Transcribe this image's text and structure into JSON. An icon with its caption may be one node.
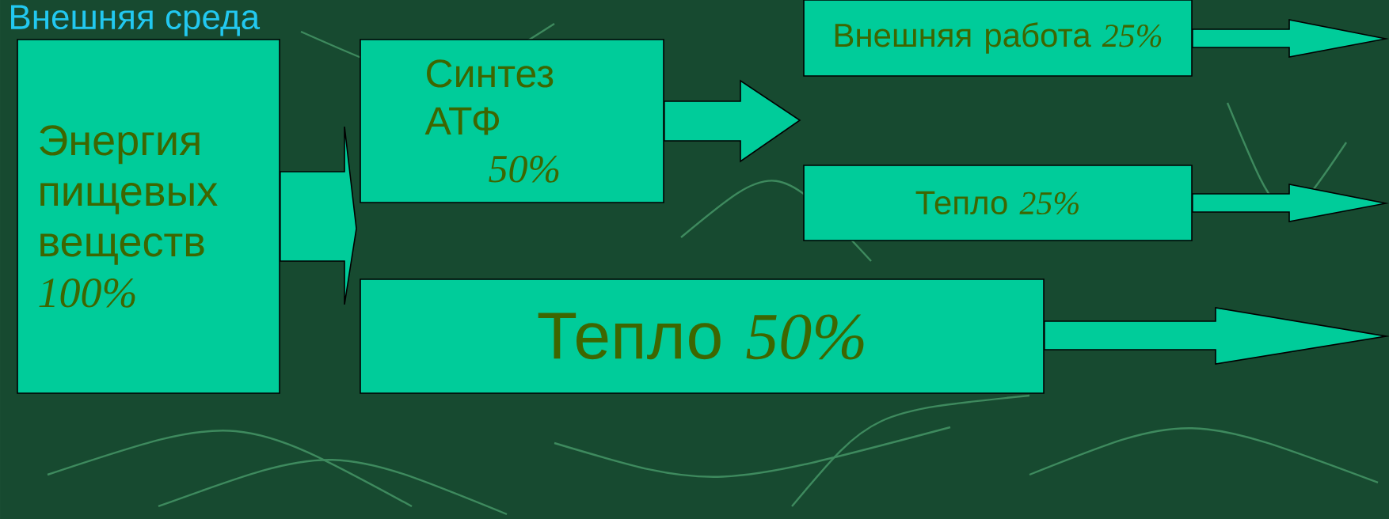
{
  "diagram": {
    "nodes": [
      {
        "text": [
          "Энергия пищевых веществ",
          "100%"
        ]
      },
      {
        "text": [
          "Синтез АТФ",
          "50%"
        ]
      },
      {
        "text": [
          "Внешняя работа",
          "25%"
        ]
      },
      {
        "text": [
          "Тепло",
          "25%"
        ]
      },
      {
        "text": [
          "Тепло",
          "50%"
        ]
      }
    ],
    "edges": [
      {
        "from": 0,
        "to": 1,
        "arrow": "to"
      },
      {
        "from": 0,
        "to": 4,
        "arrow": "to"
      },
      {
        "from": 1,
        "to": 2,
        "arrow": "to"
      },
      {
        "from": 1,
        "to": 3,
        "arrow": "to"
      },
      {
        "from": 2,
        "to": null,
        "arrow": "to"
      },
      {
        "from": 3,
        "to": null,
        "arrow": "to"
      },
      {
        "from": 4,
        "to": null,
        "arrow": "to"
      }
    ],
    "labels": [
      "Внешняя среда"
    ]
  }
}
